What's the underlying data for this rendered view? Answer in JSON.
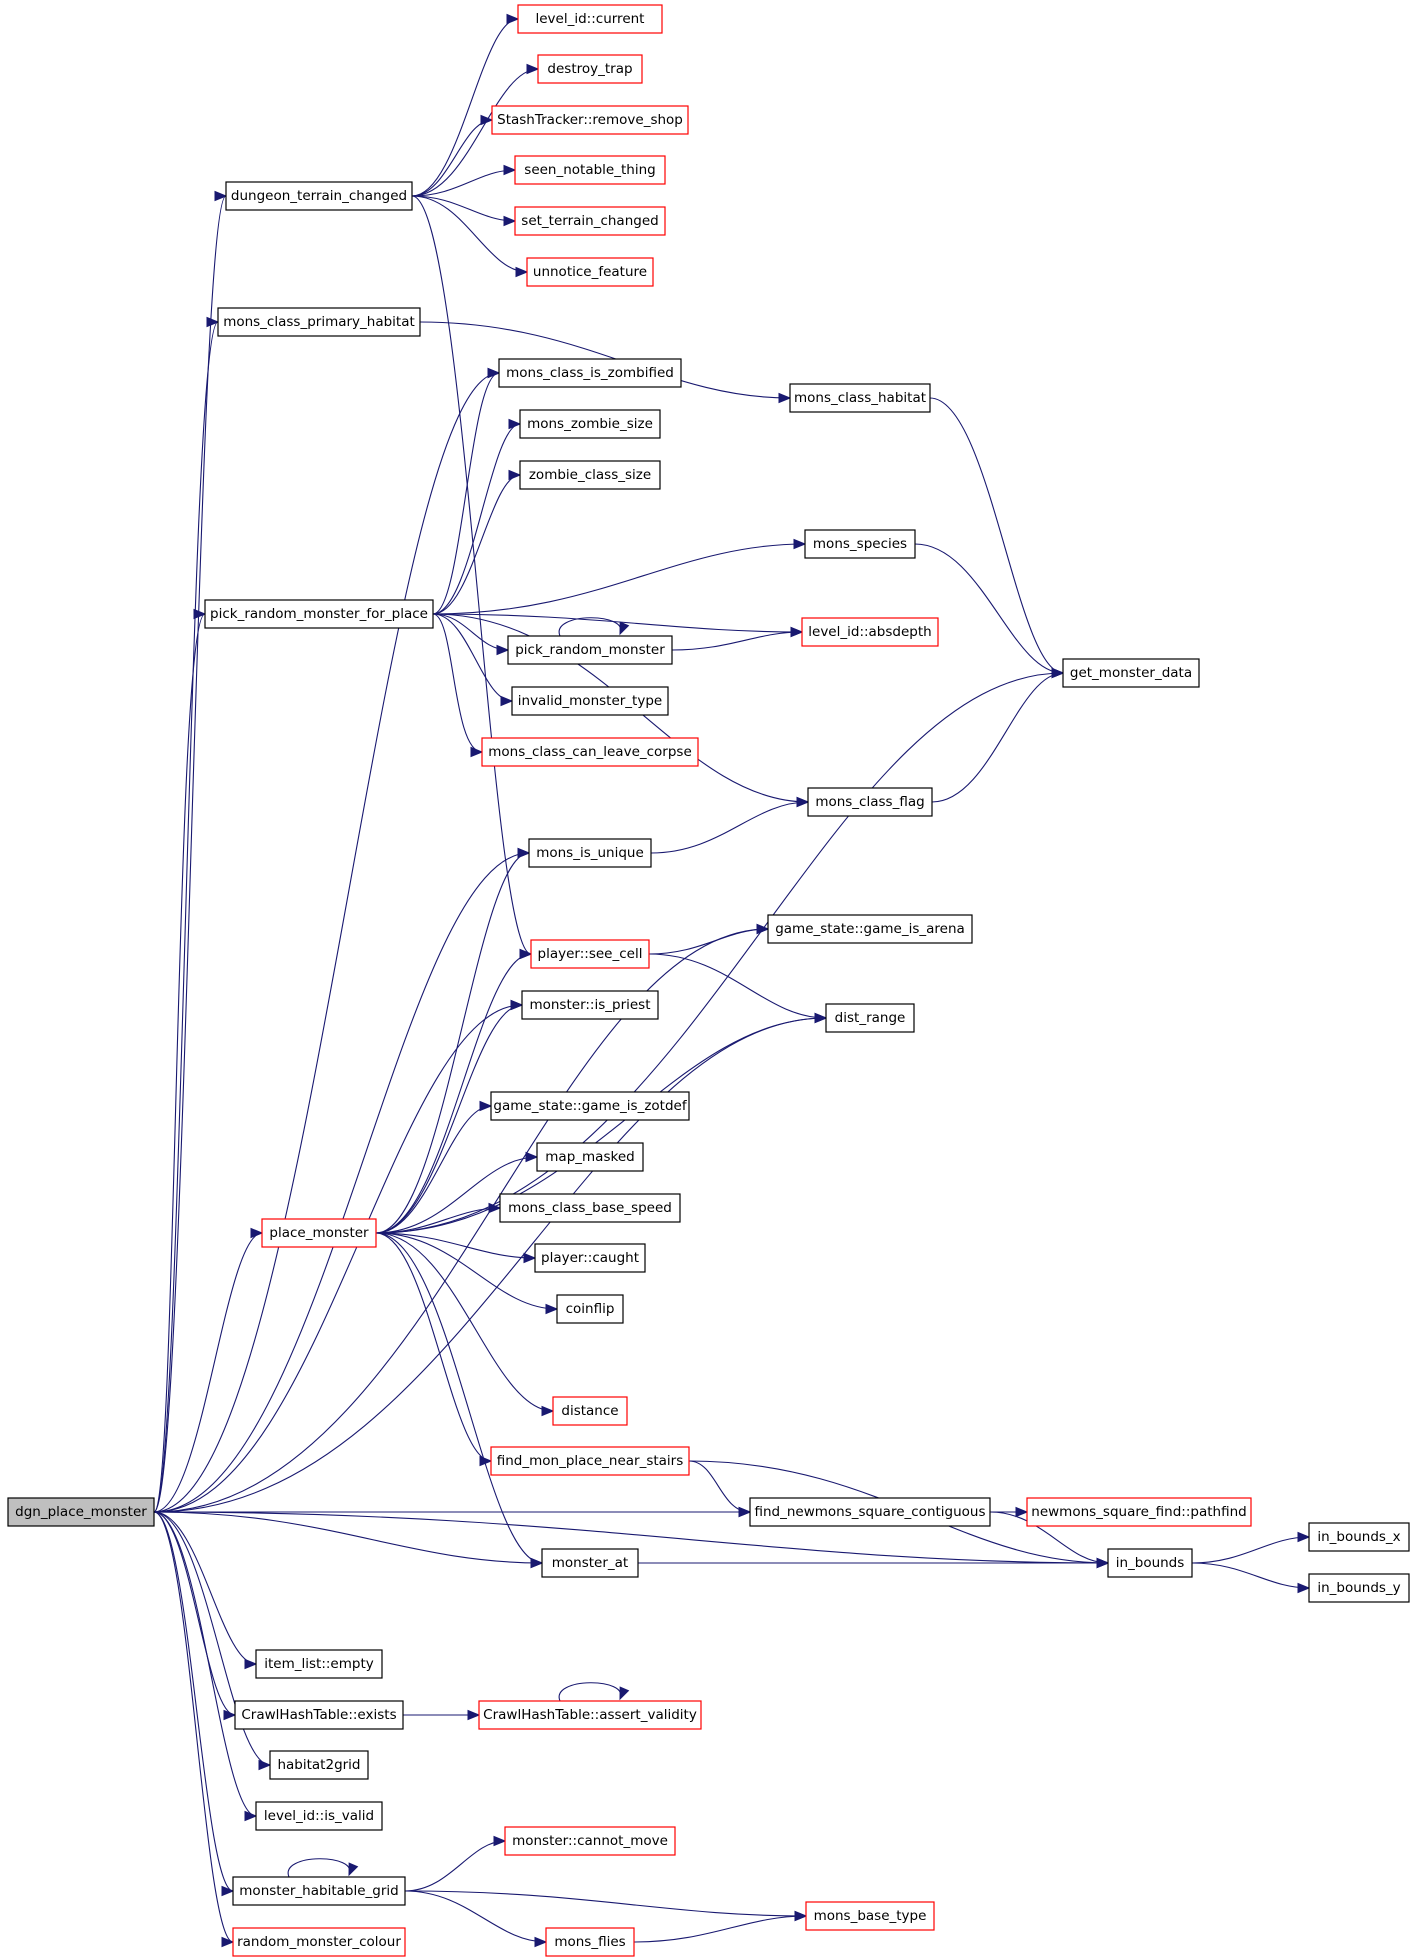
{
  "colors": {
    "edge": "#191970",
    "node_border_default": "#000000",
    "node_border_truncated": "#ff0000",
    "root_fill": "#bfbfbf"
  },
  "root": "dgn_place_monster",
  "nodes": [
    {
      "id": "n_dgn_place_monster",
      "label": "dgn_place_monster",
      "style": "root"
    },
    {
      "id": "n_dungeon_terrain_changed",
      "label": "dungeon_terrain_changed",
      "style": "black"
    },
    {
      "id": "n_level_id_current",
      "label": "level_id::current",
      "style": "red"
    },
    {
      "id": "n_destroy_trap",
      "label": "destroy_trap",
      "style": "red"
    },
    {
      "id": "n_stashtracker_remove_shop",
      "label": "StashTracker::remove_shop",
      "style": "red"
    },
    {
      "id": "n_seen_notable_thing",
      "label": "seen_notable_thing",
      "style": "red"
    },
    {
      "id": "n_set_terrain_changed",
      "label": "set_terrain_changed",
      "style": "red"
    },
    {
      "id": "n_unnotice_feature",
      "label": "unnotice_feature",
      "style": "red"
    },
    {
      "id": "n_mons_class_primary_habitat",
      "label": "mons_class_primary_habitat",
      "style": "black"
    },
    {
      "id": "n_mons_class_is_zombified",
      "label": "mons_class_is_zombified",
      "style": "black"
    },
    {
      "id": "n_mons_class_habitat",
      "label": "mons_class_habitat",
      "style": "black"
    },
    {
      "id": "n_mons_zombie_size",
      "label": "mons_zombie_size",
      "style": "black"
    },
    {
      "id": "n_zombie_class_size",
      "label": "zombie_class_size",
      "style": "black"
    },
    {
      "id": "n_mons_species",
      "label": "mons_species",
      "style": "black"
    },
    {
      "id": "n_pick_random_monster_for_place",
      "label": "pick_random_monster_for_place",
      "style": "black"
    },
    {
      "id": "n_level_id_absdepth",
      "label": "level_id::absdepth",
      "style": "red"
    },
    {
      "id": "n_pick_random_monster",
      "label": "pick_random_monster",
      "style": "black"
    },
    {
      "id": "n_get_monster_data",
      "label": "get_monster_data",
      "style": "black"
    },
    {
      "id": "n_invalid_monster_type",
      "label": "invalid_monster_type",
      "style": "black"
    },
    {
      "id": "n_mons_class_can_leave_corpse",
      "label": "mons_class_can_leave_corpse",
      "style": "red"
    },
    {
      "id": "n_mons_class_flag",
      "label": "mons_class_flag",
      "style": "black"
    },
    {
      "id": "n_mons_is_unique",
      "label": "mons_is_unique",
      "style": "black"
    },
    {
      "id": "n_game_state_game_is_arena",
      "label": "game_state::game_is_arena",
      "style": "black"
    },
    {
      "id": "n_player_see_cell",
      "label": "player::see_cell",
      "style": "red"
    },
    {
      "id": "n_monster_is_priest",
      "label": "monster::is_priest",
      "style": "black"
    },
    {
      "id": "n_dist_range",
      "label": "dist_range",
      "style": "black"
    },
    {
      "id": "n_game_state_game_is_zotdef",
      "label": "game_state::game_is_zotdef",
      "style": "black"
    },
    {
      "id": "n_map_masked",
      "label": "map_masked",
      "style": "black"
    },
    {
      "id": "n_mons_class_base_speed",
      "label": "mons_class_base_speed",
      "style": "black"
    },
    {
      "id": "n_place_monster",
      "label": "place_monster",
      "style": "red"
    },
    {
      "id": "n_player_caught",
      "label": "player::caught",
      "style": "black"
    },
    {
      "id": "n_coinflip",
      "label": "coinflip",
      "style": "black"
    },
    {
      "id": "n_distance",
      "label": "distance",
      "style": "red"
    },
    {
      "id": "n_find_mon_place_near_stairs",
      "label": "find_mon_place_near_stairs",
      "style": "red"
    },
    {
      "id": "n_find_newmons_square_contiguous",
      "label": "find_newmons_square_contiguous",
      "style": "black"
    },
    {
      "id": "n_newmons_square_find_pathfind",
      "label": "newmons_square_find::pathfind",
      "style": "red"
    },
    {
      "id": "n_in_bounds_x",
      "label": "in_bounds_x",
      "style": "black"
    },
    {
      "id": "n_monster_at",
      "label": "monster_at",
      "style": "black"
    },
    {
      "id": "n_in_bounds",
      "label": "in_bounds",
      "style": "black"
    },
    {
      "id": "n_in_bounds_y",
      "label": "in_bounds_y",
      "style": "black"
    },
    {
      "id": "n_item_list_empty",
      "label": "item_list::empty",
      "style": "black"
    },
    {
      "id": "n_crawlhashtable_exists",
      "label": "CrawlHashTable::exists",
      "style": "black"
    },
    {
      "id": "n_crawlhashtable_assert_validity",
      "label": "CrawlHashTable::assert_validity",
      "style": "red"
    },
    {
      "id": "n_habitat2grid",
      "label": "habitat2grid",
      "style": "black"
    },
    {
      "id": "n_level_id_is_valid",
      "label": "level_id::is_valid",
      "style": "black"
    },
    {
      "id": "n_monster_cannot_move",
      "label": "monster::cannot_move",
      "style": "red"
    },
    {
      "id": "n_monster_habitable_grid",
      "label": "monster_habitable_grid",
      "style": "black"
    },
    {
      "id": "n_mons_base_type",
      "label": "mons_base_type",
      "style": "red"
    },
    {
      "id": "n_mons_flies",
      "label": "mons_flies",
      "style": "red"
    },
    {
      "id": "n_random_monster_colour",
      "label": "random_monster_colour",
      "style": "red"
    }
  ],
  "edges": [
    [
      "n_dgn_place_monster",
      "n_dungeon_terrain_changed"
    ],
    [
      "n_dgn_place_monster",
      "n_mons_class_primary_habitat"
    ],
    [
      "n_dgn_place_monster",
      "n_mons_class_is_zombified"
    ],
    [
      "n_dgn_place_monster",
      "n_pick_random_monster_for_place"
    ],
    [
      "n_dgn_place_monster",
      "n_mons_is_unique"
    ],
    [
      "n_dgn_place_monster",
      "n_game_state_game_is_arena"
    ],
    [
      "n_dgn_place_monster",
      "n_monster_is_priest"
    ],
    [
      "n_dgn_place_monster",
      "n_dist_range"
    ],
    [
      "n_dgn_place_monster",
      "n_place_monster"
    ],
    [
      "n_dgn_place_monster",
      "n_find_newmons_square_contiguous"
    ],
    [
      "n_dgn_place_monster",
      "n_monster_at"
    ],
    [
      "n_dgn_place_monster",
      "n_in_bounds"
    ],
    [
      "n_dgn_place_monster",
      "n_item_list_empty"
    ],
    [
      "n_dgn_place_monster",
      "n_crawlhashtable_exists"
    ],
    [
      "n_dgn_place_monster",
      "n_habitat2grid"
    ],
    [
      "n_dgn_place_monster",
      "n_level_id_is_valid"
    ],
    [
      "n_dgn_place_monster",
      "n_monster_habitable_grid"
    ],
    [
      "n_dgn_place_monster",
      "n_random_monster_colour"
    ],
    [
      "n_dungeon_terrain_changed",
      "n_level_id_current"
    ],
    [
      "n_dungeon_terrain_changed",
      "n_destroy_trap"
    ],
    [
      "n_dungeon_terrain_changed",
      "n_stashtracker_remove_shop"
    ],
    [
      "n_dungeon_terrain_changed",
      "n_seen_notable_thing"
    ],
    [
      "n_dungeon_terrain_changed",
      "n_set_terrain_changed"
    ],
    [
      "n_dungeon_terrain_changed",
      "n_unnotice_feature"
    ],
    [
      "n_dungeon_terrain_changed",
      "n_player_see_cell"
    ],
    [
      "n_mons_class_primary_habitat",
      "n_mons_class_habitat"
    ],
    [
      "n_mons_class_habitat",
      "n_get_monster_data"
    ],
    [
      "n_pick_random_monster_for_place",
      "n_mons_class_is_zombified"
    ],
    [
      "n_pick_random_monster_for_place",
      "n_mons_zombie_size"
    ],
    [
      "n_pick_random_monster_for_place",
      "n_zombie_class_size"
    ],
    [
      "n_pick_random_monster_for_place",
      "n_mons_species"
    ],
    [
      "n_pick_random_monster_for_place",
      "n_level_id_absdepth"
    ],
    [
      "n_pick_random_monster_for_place",
      "n_pick_random_monster"
    ],
    [
      "n_pick_random_monster_for_place",
      "n_invalid_monster_type"
    ],
    [
      "n_pick_random_monster_for_place",
      "n_mons_class_can_leave_corpse"
    ],
    [
      "n_pick_random_monster_for_place",
      "n_mons_class_flag"
    ],
    [
      "n_mons_species",
      "n_get_monster_data"
    ],
    [
      "n_pick_random_monster",
      "n_pick_random_monster"
    ],
    [
      "n_pick_random_monster",
      "n_level_id_absdepth"
    ],
    [
      "n_mons_class_flag",
      "n_get_monster_data"
    ],
    [
      "n_mons_is_unique",
      "n_mons_class_flag"
    ],
    [
      "n_player_see_cell",
      "n_game_state_game_is_arena"
    ],
    [
      "n_player_see_cell",
      "n_dist_range"
    ],
    [
      "n_place_monster",
      "n_mons_is_unique"
    ],
    [
      "n_place_monster",
      "n_player_see_cell"
    ],
    [
      "n_place_monster",
      "n_monster_is_priest"
    ],
    [
      "n_place_monster",
      "n_dist_range"
    ],
    [
      "n_place_monster",
      "n_game_state_game_is_zotdef"
    ],
    [
      "n_place_monster",
      "n_map_masked"
    ],
    [
      "n_place_monster",
      "n_mons_class_base_speed"
    ],
    [
      "n_place_monster",
      "n_player_caught"
    ],
    [
      "n_place_monster",
      "n_coinflip"
    ],
    [
      "n_place_monster",
      "n_get_monster_data"
    ],
    [
      "n_place_monster",
      "n_distance"
    ],
    [
      "n_place_monster",
      "n_find_mon_place_near_stairs"
    ],
    [
      "n_place_monster",
      "n_monster_at"
    ],
    [
      "n_find_mon_place_near_stairs",
      "n_find_newmons_square_contiguous"
    ],
    [
      "n_find_mon_place_near_stairs",
      "n_in_bounds"
    ],
    [
      "n_find_newmons_square_contiguous",
      "n_newmons_square_find_pathfind"
    ],
    [
      "n_find_newmons_square_contiguous",
      "n_in_bounds"
    ],
    [
      "n_monster_at",
      "n_in_bounds"
    ],
    [
      "n_in_bounds",
      "n_in_bounds_x"
    ],
    [
      "n_in_bounds",
      "n_in_bounds_y"
    ],
    [
      "n_crawlhashtable_exists",
      "n_crawlhashtable_assert_validity"
    ],
    [
      "n_crawlhashtable_assert_validity",
      "n_crawlhashtable_assert_validity"
    ],
    [
      "n_monster_habitable_grid",
      "n_monster_habitable_grid"
    ],
    [
      "n_monster_habitable_grid",
      "n_monster_cannot_move"
    ],
    [
      "n_monster_habitable_grid",
      "n_mons_base_type"
    ],
    [
      "n_monster_habitable_grid",
      "n_mons_flies"
    ],
    [
      "n_mons_flies",
      "n_mons_base_type"
    ]
  ]
}
